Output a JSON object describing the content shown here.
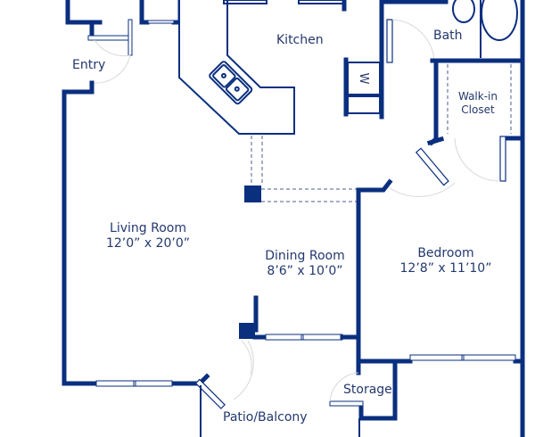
{
  "floorplan": {
    "colors": {
      "wall": "#0a2f7f",
      "text": "#23386e",
      "background": "#ffffff"
    },
    "rooms": {
      "entry": {
        "name": "Entry"
      },
      "kitchen": {
        "name": "Kitchen"
      },
      "bath": {
        "name": "Bath"
      },
      "walkin_closet": {
        "name_line1": "Walk-in",
        "name_line2": "Closet"
      },
      "living_room": {
        "name": "Living Room",
        "dimensions": "12’0” x 20’0”"
      },
      "dining_room": {
        "name": "Dining Room",
        "dimensions": "8’6” x 10’0”"
      },
      "bedroom": {
        "name": "Bedroom",
        "dimensions": "12’8” x 11’10”"
      },
      "storage": {
        "name": "Storage"
      },
      "patio": {
        "name": "Patio/Balcony"
      }
    },
    "fixtures": {
      "washer_label": "W"
    }
  }
}
